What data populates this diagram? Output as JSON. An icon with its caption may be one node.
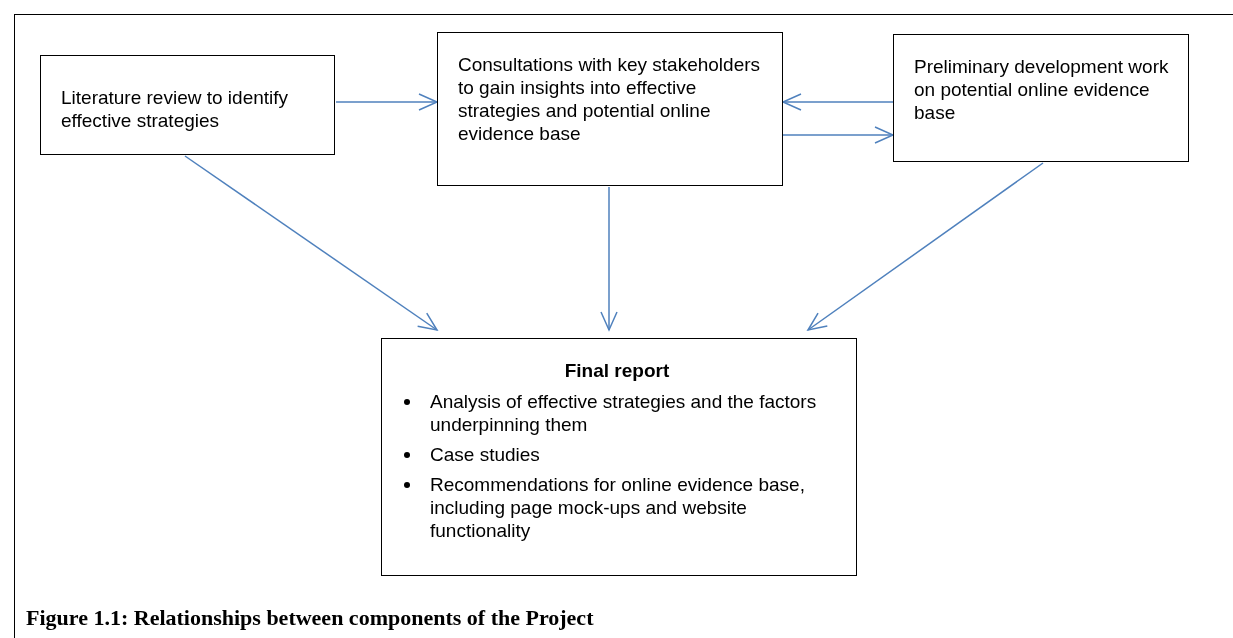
{
  "diagram": {
    "caption": "Figure 1.1: Relationships between components of the Project",
    "nodes": [
      {
        "text": [
          "Literature review to identify effective strategies"
        ]
      },
      {
        "text": [
          "Consultations with key stakeholders to gain insights into effective strategies and potential online evidence base"
        ]
      },
      {
        "text": [
          "Preliminary development work on potential online evidence base"
        ]
      },
      {
        "text": [
          "Final report",
          "Analysis of effective strategies and the factors underpinning them",
          "Case studies",
          "Recommendations for online evidence base, including page mock-ups and website functionality"
        ]
      }
    ],
    "edges": [
      {
        "from": 0,
        "to": 1,
        "arrow": "to"
      },
      {
        "from": 2,
        "to": 1,
        "arrow": "to"
      },
      {
        "from": 1,
        "to": 2,
        "arrow": "to"
      },
      {
        "from": 0,
        "to": 3,
        "arrow": "to"
      },
      {
        "from": 1,
        "to": 3,
        "arrow": "to"
      },
      {
        "from": 2,
        "to": 3,
        "arrow": "to"
      }
    ]
  }
}
